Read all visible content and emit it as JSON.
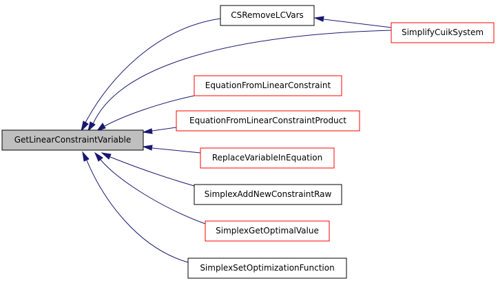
{
  "graph": {
    "colors": {
      "edge": "#191970",
      "border_linked": "#ff0000",
      "border_plain": "#000000",
      "focus_fill": "#bfbfbf",
      "node_fill": "#ffffff"
    },
    "nodes": {
      "get_linear_constraint_variable": {
        "label": "GetLinearConstraintVariable"
      },
      "cs_remove_lc_vars": {
        "label": "CSRemoveLCVars"
      },
      "simplify_cuik_system": {
        "label": "SimplifyCuikSystem"
      },
      "equation_from_linear_constraint": {
        "label": "EquationFromLinearConstraint"
      },
      "equation_from_linear_constraint_product": {
        "label": "EquationFromLinearConstraintProduct"
      },
      "replace_variable_in_equation": {
        "label": "ReplaceVariableInEquation"
      },
      "simplex_add_new_constraint_raw": {
        "label": "SimplexAddNewConstraintRaw"
      },
      "simplex_get_optimal_value": {
        "label": "SimplexGetOptimalValue"
      },
      "simplex_set_optimization_function": {
        "label": "SimplexSetOptimizationFunction"
      }
    }
  }
}
